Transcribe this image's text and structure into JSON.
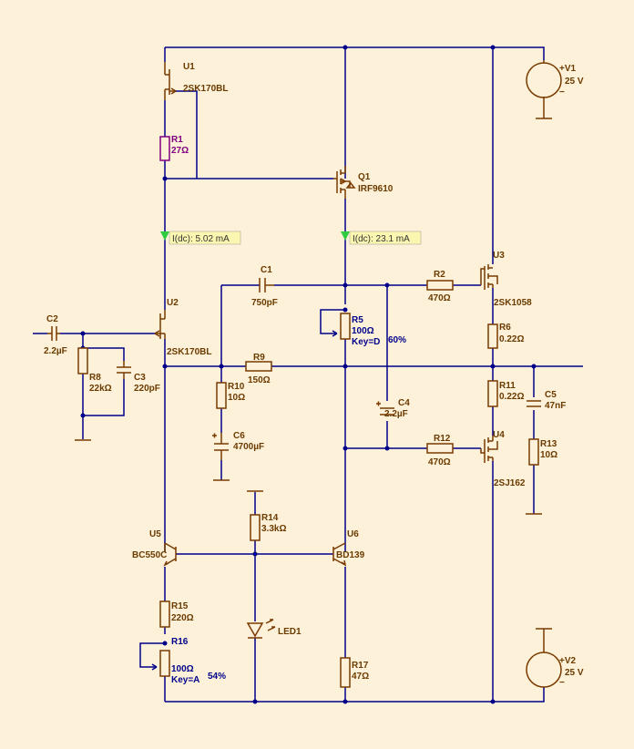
{
  "components": {
    "U1": {
      "ref": "U1",
      "value": "2SK170BL"
    },
    "U2": {
      "ref": "U2",
      "value": "2SK170BL"
    },
    "U3": {
      "ref": "U3",
      "value": "2SK1058"
    },
    "U4": {
      "ref": "U4",
      "value": "2SJ162"
    },
    "U5": {
      "ref": "U5",
      "value": "BC550C"
    },
    "U6": {
      "ref": "U6",
      "value": "BD139"
    },
    "Q1": {
      "ref": "Q1",
      "value": "IRF9610"
    },
    "R1": {
      "ref": "R1",
      "value": "27Ω"
    },
    "R2": {
      "ref": "R2",
      "value": "470Ω"
    },
    "R5": {
      "ref": "R5",
      "value": "100Ω",
      "key": "Key=D",
      "setting": "60%"
    },
    "R6": {
      "ref": "R6",
      "value": "0.22Ω"
    },
    "R8": {
      "ref": "R8",
      "value": "22kΩ"
    },
    "R9": {
      "ref": "R9",
      "value": "150Ω"
    },
    "R10": {
      "ref": "R10",
      "value": "10Ω"
    },
    "R11": {
      "ref": "R11",
      "value": "0.22Ω"
    },
    "R12": {
      "ref": "R12",
      "value": "470Ω"
    },
    "R13": {
      "ref": "R13",
      "value": "10Ω"
    },
    "R14": {
      "ref": "R14",
      "value": "3.3kΩ"
    },
    "R15": {
      "ref": "R15",
      "value": "220Ω"
    },
    "R16": {
      "ref": "R16",
      "value": "100Ω",
      "key": "Key=A",
      "setting": "54%"
    },
    "R17": {
      "ref": "R17",
      "value": "47Ω"
    },
    "C1": {
      "ref": "C1",
      "value": "750pF"
    },
    "C2": {
      "ref": "C2",
      "value": "2.2µF"
    },
    "C3": {
      "ref": "C3",
      "value": "220pF"
    },
    "C4": {
      "ref": "C4",
      "value": "2.2µF"
    },
    "C5": {
      "ref": "C5",
      "value": "47nF"
    },
    "C6": {
      "ref": "C6",
      "value": "4700µF"
    },
    "V1": {
      "ref": "+V1",
      "value": "25 V"
    },
    "V2": {
      "ref": "+V2",
      "value": "25 V"
    },
    "LED1": {
      "ref": "LED1"
    }
  },
  "probes": {
    "p1": "I(dc): 5.02 mA",
    "p2": "I(dc): 23.1 mA"
  },
  "colors": {
    "wire": "#00008b",
    "component": "#7a3a00",
    "background": "#fdf2d9",
    "probe_arrow": "#2ecc40"
  }
}
